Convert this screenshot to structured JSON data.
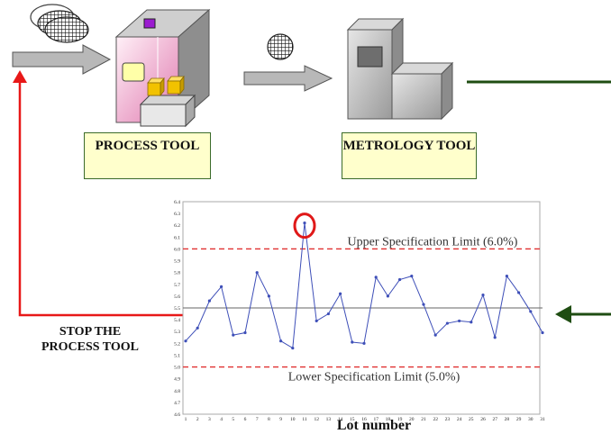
{
  "labels": {
    "process_tool": "PROCESS TOOL",
    "metrology_tool": "METROLOGY TOOL",
    "stop": "STOP THE PROCESS TOOL"
  },
  "chart_data": {
    "type": "line",
    "xlabel": "Lot number",
    "ylim": [
      4.6,
      6.4
    ],
    "x": [
      1,
      2,
      3,
      4,
      5,
      6,
      7,
      8,
      9,
      10,
      11,
      12,
      13,
      14,
      15,
      16,
      17,
      18,
      19,
      20,
      21,
      22,
      23,
      24,
      25,
      26,
      27,
      28,
      29,
      30,
      31
    ],
    "series": [
      {
        "values": [
          5.22,
          5.33,
          5.56,
          5.68,
          5.27,
          5.29,
          5.8,
          5.6,
          5.22,
          5.16,
          6.22,
          5.39,
          5.45,
          5.62,
          5.21,
          5.2,
          5.76,
          5.6,
          5.74,
          5.77,
          5.53,
          5.27,
          5.37,
          5.39,
          5.38,
          5.61,
          5.25,
          5.77,
          5.63,
          5.47,
          5.29
        ]
      }
    ],
    "upper_limit": {
      "value": 6.0,
      "label": "Upper Specification Limit (6.0%)"
    },
    "lower_limit": {
      "value": 5.0,
      "label": "Lower Specification Limit (5.0%)"
    },
    "center_line": 5.5,
    "highlighted_point": 11,
    "y_ticks": [
      "6.4",
      "6.3",
      "6.2",
      "6.1",
      "6.0",
      "5.9",
      "5.8",
      "5.7",
      "5.6",
      "5.5",
      "5.4",
      "5.3",
      "5.2",
      "5.1",
      "5.0",
      "4.9",
      "4.8",
      "4.7",
      "4.6"
    ],
    "colors": {
      "series": "#3e4fb8",
      "limit": "#e03030",
      "center": "#666666",
      "highlight": "#e01818"
    }
  },
  "colors": {
    "feedback": "#e81818",
    "arrow_green": "#1f4d12",
    "label_border": "#3b6b2a",
    "label_bg": "#ffffcc"
  }
}
